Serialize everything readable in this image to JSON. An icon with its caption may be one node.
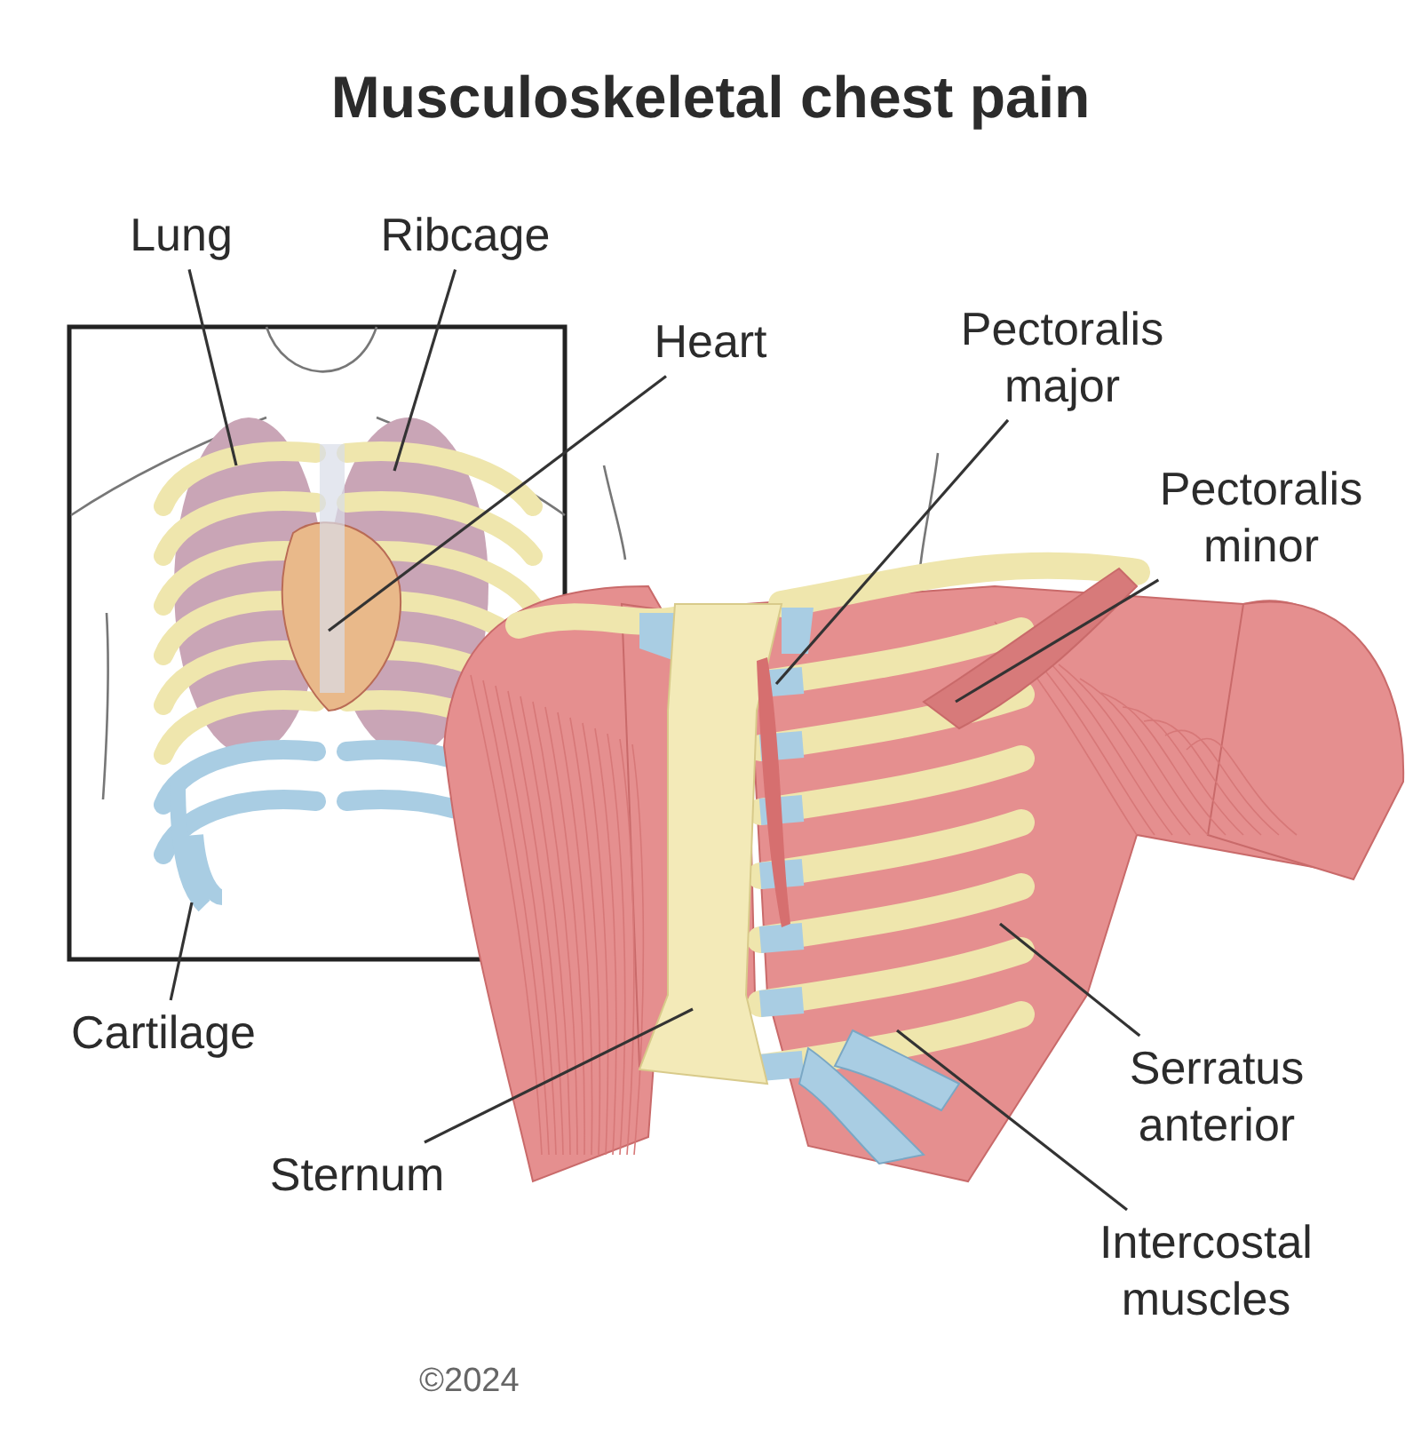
{
  "diagram": {
    "title": "Musculoskeletal chest pain",
    "nodes": [
      {
        "text": [
          "Lung"
        ]
      },
      {
        "text": [
          "Ribcage"
        ]
      },
      {
        "text": [
          "Heart"
        ]
      },
      {
        "text": [
          "Pectoralis major"
        ]
      },
      {
        "text": [
          "Pectoralis minor"
        ]
      },
      {
        "text": [
          "Cartilage"
        ]
      },
      {
        "text": [
          "Serratus anterior"
        ]
      },
      {
        "text": [
          "Sternum"
        ]
      },
      {
        "text": [
          "Intercostal muscles"
        ]
      }
    ],
    "edges": [
      {
        "from": 0,
        "to": null,
        "arrow": "none"
      },
      {
        "from": 1,
        "to": null,
        "arrow": "none"
      },
      {
        "from": 2,
        "to": null,
        "arrow": "none"
      },
      {
        "from": 3,
        "to": null,
        "arrow": "none"
      },
      {
        "from": 4,
        "to": null,
        "arrow": "none"
      },
      {
        "from": 5,
        "to": null,
        "arrow": "none"
      },
      {
        "from": 6,
        "to": null,
        "arrow": "none"
      },
      {
        "from": 7,
        "to": null,
        "arrow": "none"
      },
      {
        "from": 8,
        "to": null,
        "arrow": "none"
      }
    ],
    "labels": [
      "©2024"
    ]
  }
}
